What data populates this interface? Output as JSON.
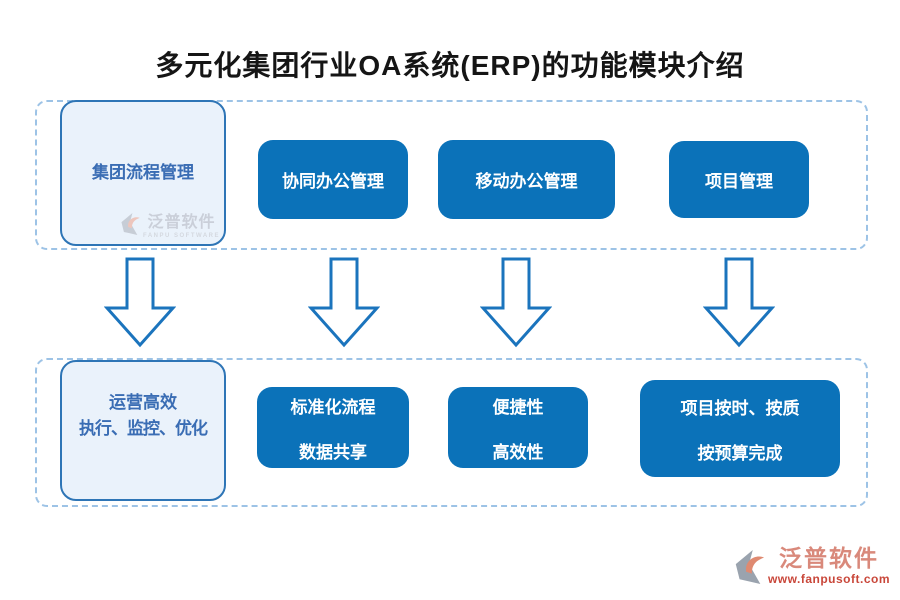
{
  "title": "多元化集团行业OA系统(ERP)的功能模块介绍",
  "colors": {
    "button_blue": "#0b72b9",
    "light_box_bg": "#eaf2fb",
    "light_box_border": "#2e75b6",
    "light_box_text": "#3a6db4",
    "dashed_border": "#9dc3e6",
    "arrow_stroke": "#1b74bd",
    "title_color": "#151515",
    "brand_salmon": "#d9897b",
    "brand_red": "#c9473a",
    "watermark_gray": "#c9ced8"
  },
  "top_group": {
    "feature_box": "集团流程管理",
    "modules": [
      "协同办公管理",
      "移动办公管理",
      "项目管理"
    ]
  },
  "bottom_group": {
    "benefit_box": {
      "line1": "运营高效",
      "line2": "执行、监控、优化"
    },
    "benefits": [
      {
        "line1": "标准化流程",
        "line2": "数据共享"
      },
      {
        "line1": "便捷性",
        "line2": "高效性"
      },
      {
        "line1": "项目按时、按质",
        "line2": "按预算完成"
      }
    ]
  },
  "watermark": {
    "name": "泛普软件",
    "subtitle": "FANPU SOFTWARE"
  },
  "footer_logo": {
    "name": "泛普软件",
    "url": "www.fanpusoft.com"
  }
}
